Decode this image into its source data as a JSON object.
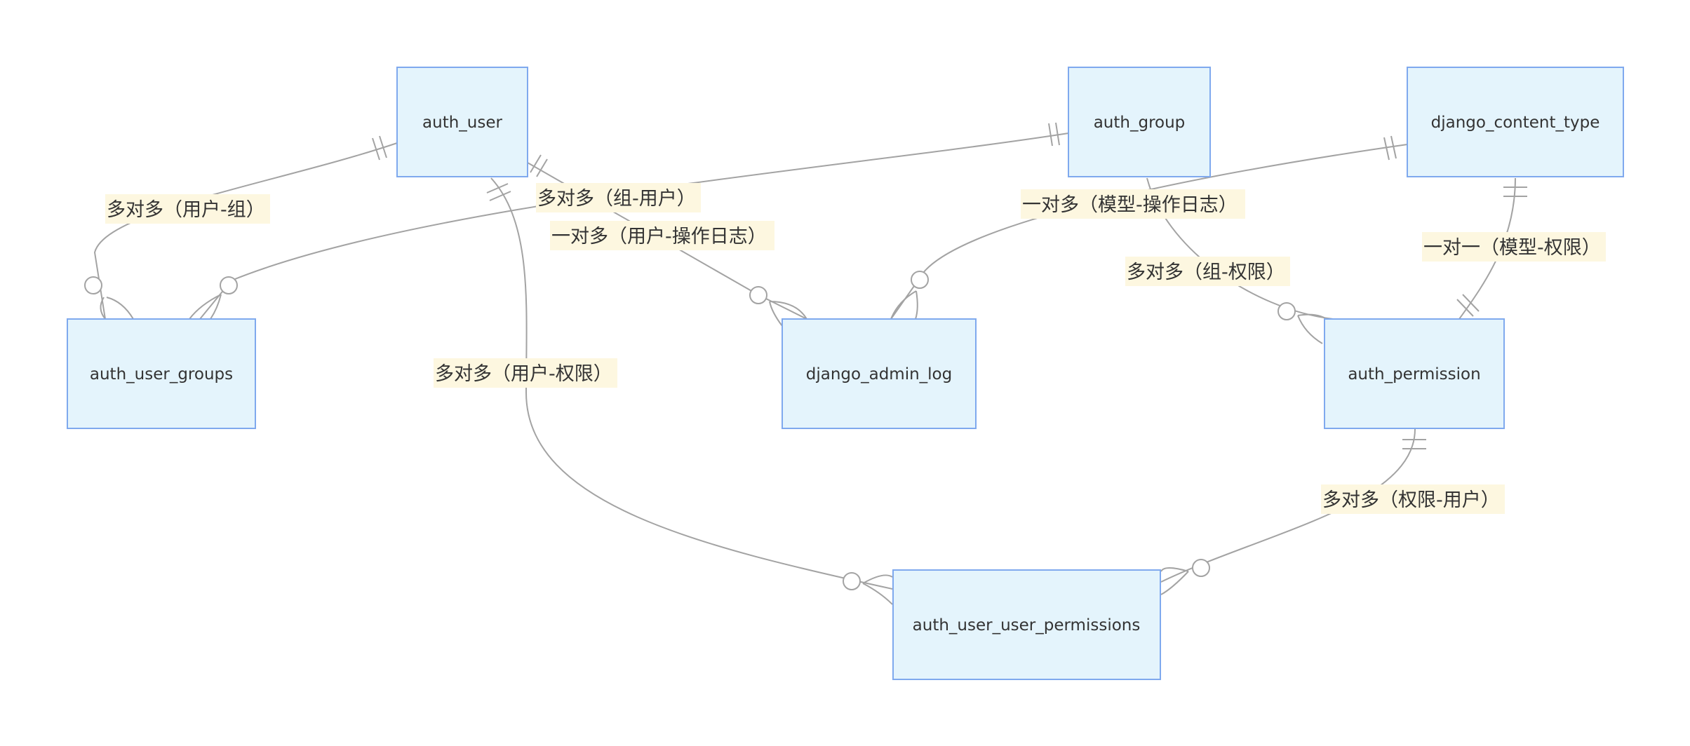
{
  "entities": {
    "auth_user": "auth_user",
    "auth_group": "auth_group",
    "django_content_type": "django_content_type",
    "auth_user_groups": "auth_user_groups",
    "django_admin_log": "django_admin_log",
    "auth_permission": "auth_permission",
    "auth_user_user_permissions": "auth_user_user_permissions"
  },
  "relationships": {
    "user_group": "多对多（用户-组）",
    "group_user": "多对多（组-用户）",
    "user_log": "一对多（用户-操作日志）",
    "model_log": "一对多（模型-操作日志）",
    "group_permission": "多对多（组-权限）",
    "model_permission": "一对一（模型-权限）",
    "user_permission": "多对多（用户-权限）",
    "permission_user": "多对多（权限-用户）"
  },
  "colors": {
    "entity_fill": "#e4f4fc",
    "entity_stroke": "#7fa9ee",
    "edge": "#a3a3a3",
    "label_bg": "#fdf7e0"
  }
}
